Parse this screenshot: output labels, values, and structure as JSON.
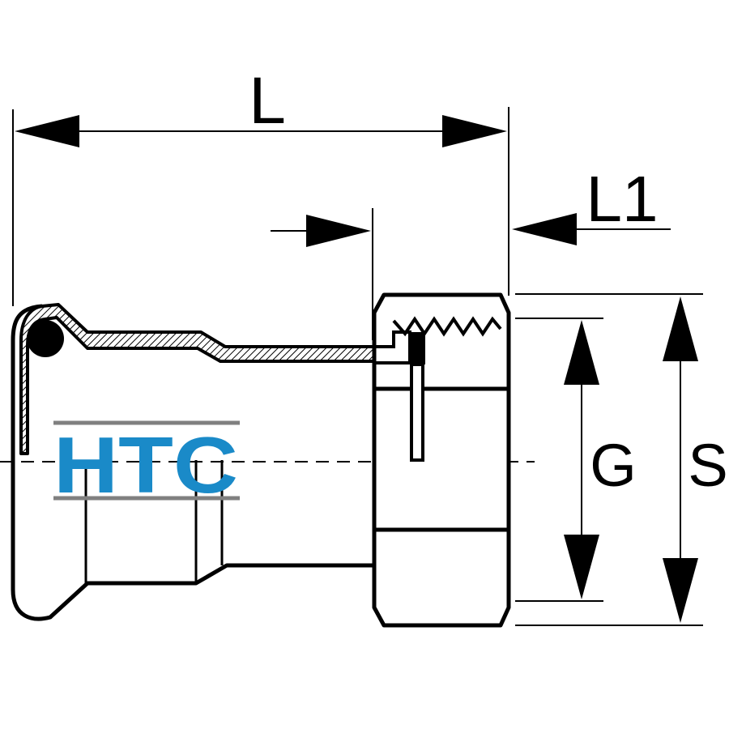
{
  "dimensions": {
    "length": "L",
    "length_1": "L1",
    "thread": "G",
    "wrench_size": "S"
  },
  "logo": {
    "text": "HTC",
    "color": "#1a8ac8",
    "rule_color": "#808080"
  },
  "colors": {
    "line": "#000000",
    "background": "#ffffff"
  }
}
